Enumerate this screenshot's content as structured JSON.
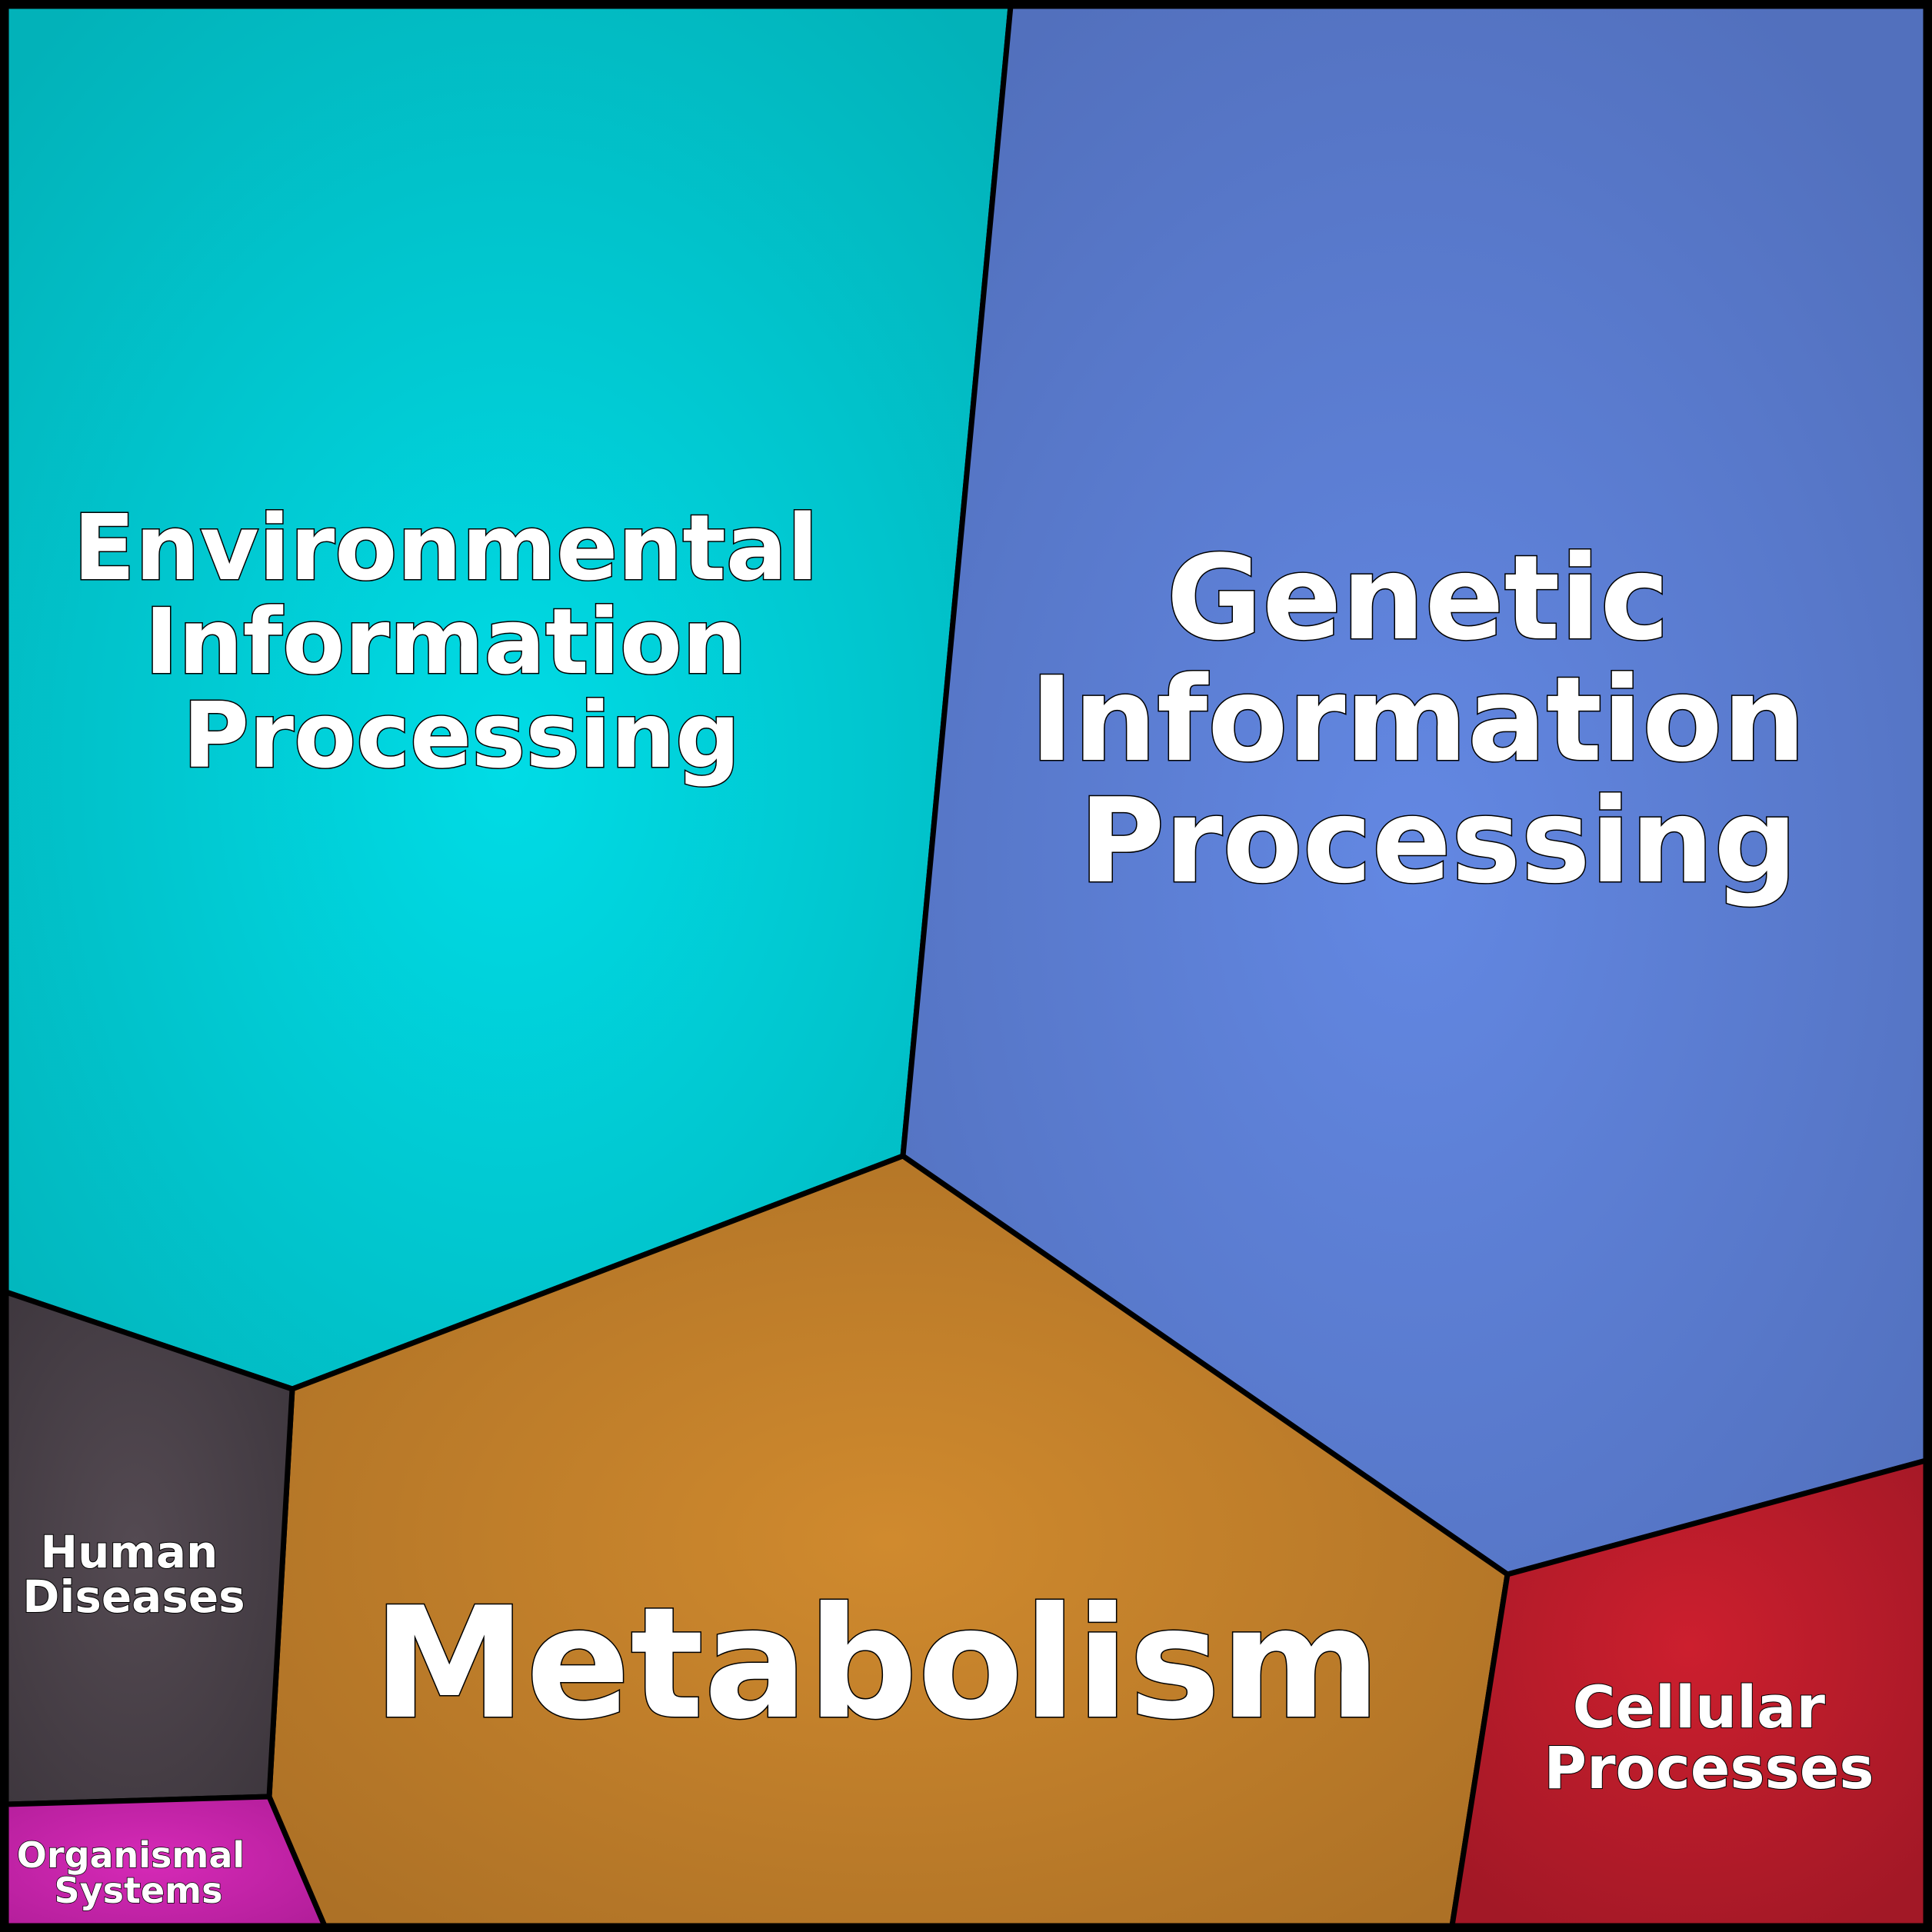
{
  "categories": {
    "environmental": {
      "lines": [
        "Environmental",
        "Information",
        "Processing"
      ],
      "color": "#00dce6"
    },
    "genetic": {
      "lines": [
        "Genetic",
        "Information",
        "Processing"
      ],
      "color": "#6388e3"
    },
    "metabolism": {
      "lines": [
        "Metabolism"
      ],
      "color": "#d08a2e"
    },
    "cellular": {
      "lines": [
        "Cellular",
        "Processes"
      ],
      "color": "#cc1f2e"
    },
    "human": {
      "lines": [
        "Human",
        "Diseases"
      ],
      "color": "#544a52"
    },
    "organismal": {
      "lines": [
        "Organismal",
        "Systems"
      ],
      "color": "#d62ab7"
    }
  }
}
